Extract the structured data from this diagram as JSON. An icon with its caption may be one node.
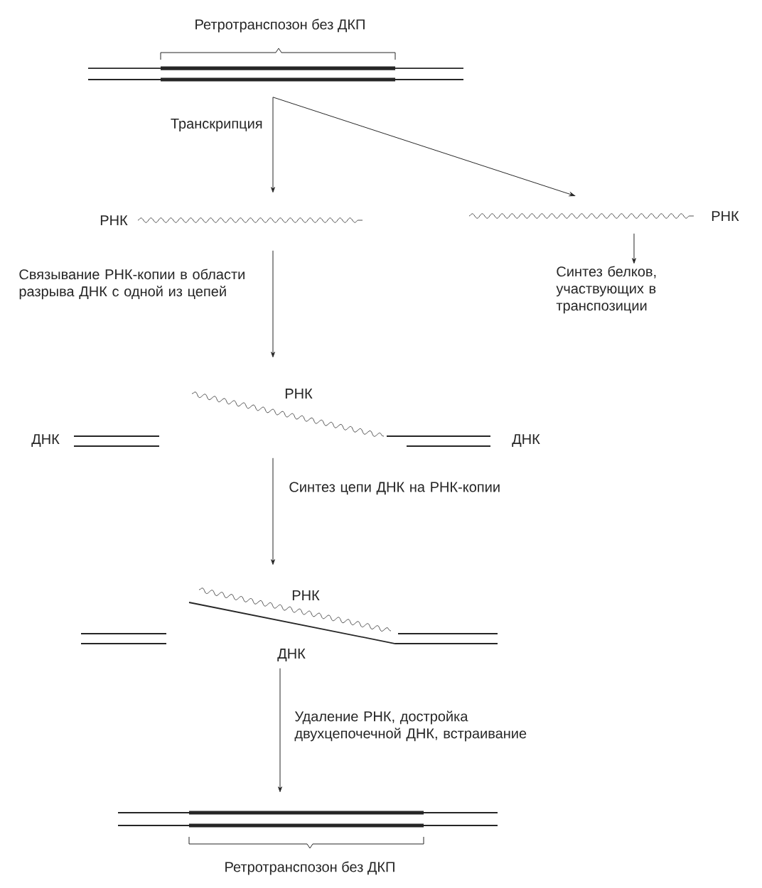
{
  "diagram": {
    "nodes": [
      {
        "text": [
          "Ретротранспозон без ДКП"
        ]
      },
      {
        "text": [
          "РНК"
        ]
      },
      {
        "text": [
          "РНК"
        ]
      },
      {
        "text": [
          "Синтез белков, участвующих в транспозиции"
        ]
      },
      {
        "text": [
          "РНК",
          "ДНК",
          "ДНК"
        ]
      },
      {
        "text": [
          "РНК",
          "ДНК"
        ]
      },
      {
        "text": [
          "Ретротранспозон без ДКП"
        ]
      }
    ],
    "edges": [
      {
        "from": 0,
        "to": 1,
        "arrow": "to",
        "label": "Транскрипция"
      },
      {
        "from": 0,
        "to": 2,
        "arrow": "to"
      },
      {
        "from": 2,
        "to": 3,
        "arrow": "to"
      },
      {
        "from": 1,
        "to": 4,
        "arrow": "to",
        "label": "Связывание РНК-копии в области разрыва ДНК с одной из цепей"
      },
      {
        "from": 4,
        "to": 5,
        "arrow": "to",
        "label": "Синтез цепи ДНК на РНК-копии"
      },
      {
        "from": 5,
        "to": 6,
        "arrow": "to",
        "label": "Удаление РНК, достройка двухцепочечной ДНК, встраивание"
      }
    ]
  }
}
